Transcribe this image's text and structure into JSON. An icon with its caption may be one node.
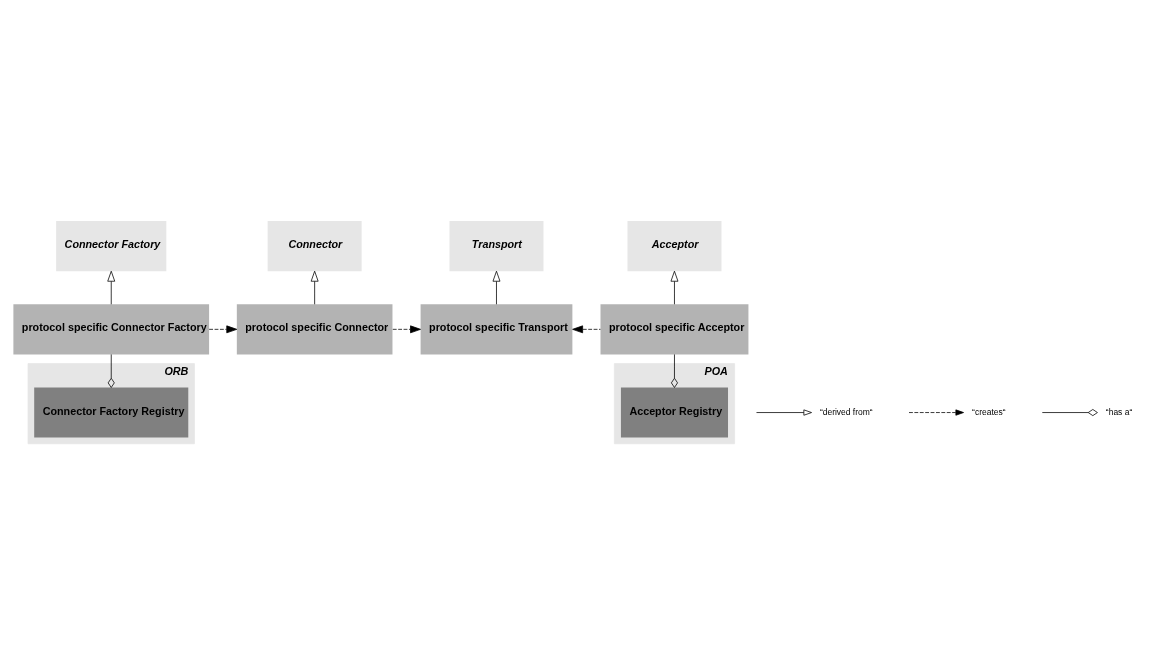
{
  "diagram": {
    "nodes": [
      {
        "text": [
          "Connector Factory"
        ]
      },
      {
        "text": [
          "Connector"
        ]
      },
      {
        "text": [
          "Transport"
        ]
      },
      {
        "text": [
          "Acceptor"
        ]
      },
      {
        "text": [
          "protocol specific Connector Factory"
        ]
      },
      {
        "text": [
          "protocol specific Connector"
        ]
      },
      {
        "text": [
          "protocol specific Transport"
        ]
      },
      {
        "text": [
          "protocol specific Acceptor"
        ]
      },
      {
        "text": [
          "ORB"
        ]
      },
      {
        "text": [
          "Connector Factory Registry"
        ],
        "in": 8
      },
      {
        "text": [
          "POA"
        ]
      },
      {
        "text": [
          "Acceptor Registry"
        ],
        "in": 10
      }
    ],
    "edges": [
      {
        "from": 4,
        "to": 0,
        "arrow": "to"
      },
      {
        "from": 5,
        "to": 1,
        "arrow": "to"
      },
      {
        "from": 6,
        "to": 2,
        "arrow": "to"
      },
      {
        "from": 7,
        "to": 3,
        "arrow": "to"
      },
      {
        "from": 4,
        "to": 5,
        "arrow": "to",
        "style": "dashed"
      },
      {
        "from": 5,
        "to": 6,
        "arrow": "to",
        "style": "dashed"
      },
      {
        "from": 7,
        "to": 6,
        "arrow": "to",
        "style": "dashed"
      },
      {
        "from": 9,
        "to": 4,
        "arrow": "other"
      },
      {
        "from": 11,
        "to": 7,
        "arrow": "other"
      }
    ],
    "legend": [
      {
        "text": "“derived from“"
      },
      {
        "text": "“creates“"
      },
      {
        "text": "“has a“"
      }
    ]
  }
}
